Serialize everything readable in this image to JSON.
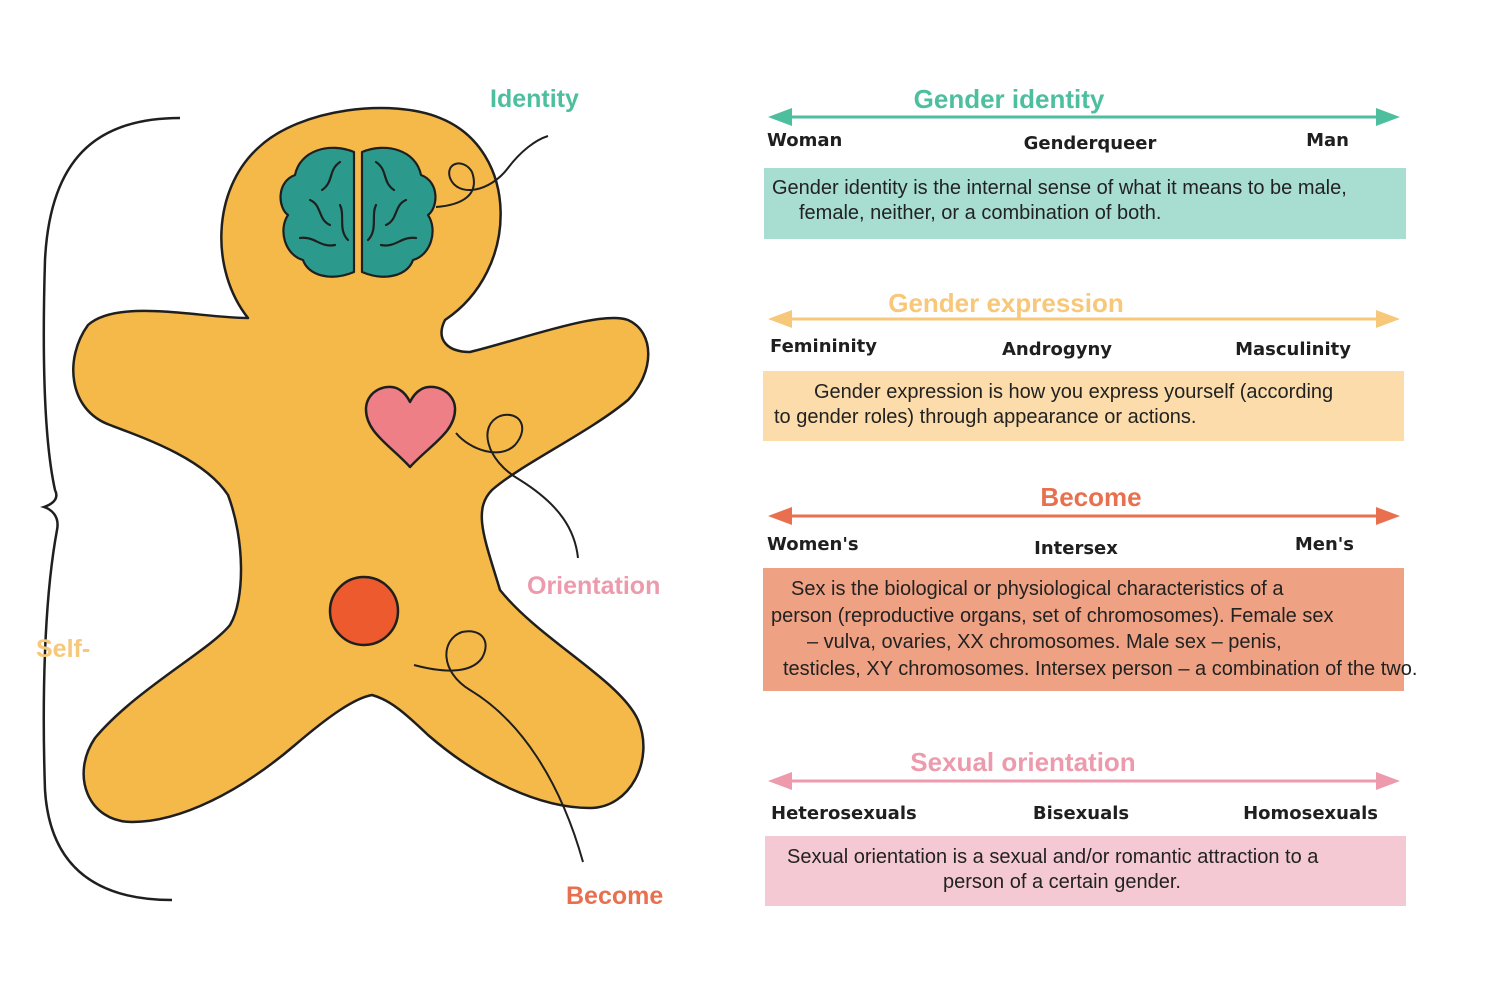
{
  "colors": {
    "body": "#f5b94a",
    "identity": "#4dbf9f",
    "expression": "#f7c77a",
    "sex": "#e8704f",
    "orientation": "#ec9aac",
    "brain": "#2b9a8c",
    "heart": "#ee7f86",
    "dot": "#ec5a2d",
    "line": "#1f1f1f"
  },
  "figure": {
    "identity_label": "Identity",
    "orientation_label": "Orientation",
    "become_label": "Become",
    "self_label": "Self-",
    "icons": [
      "brain-icon",
      "heart-icon",
      "circle-icon"
    ]
  },
  "spectra": [
    {
      "id": "gender-identity",
      "title": "Gender identity",
      "left": "Woman",
      "middle": "Genderqueer",
      "right": "Man",
      "description": [
        "Gender identity is the internal sense of what it means to be male,",
        "female, neither, or a combination of both."
      ]
    },
    {
      "id": "gender-expression",
      "title": "Gender expression",
      "left": "Femininity",
      "middle": "Androgyny",
      "right": "Masculinity",
      "description": [
        "Gender expression is how you express yourself (according",
        "to gender roles) through appearance or actions."
      ]
    },
    {
      "id": "sex",
      "title": "Become",
      "left": "Women's",
      "middle": "Intersex",
      "right": "Men's",
      "description": [
        "Sex is the biological or physiological characteristics of a",
        "person (reproductive organs, set of chromosomes). Female sex",
        "– vulva, ovaries, XX chromosomes. Male sex – penis,",
        "testicles, XY chromosomes. Intersex person – a combination of the two."
      ]
    },
    {
      "id": "sexual-orientation",
      "title": "Sexual orientation",
      "left": "Heterosexuals",
      "middle": "Bisexuals",
      "right": "Homosexuals",
      "description": [
        "Sexual orientation is a sexual and/or romantic attraction to a",
        "person of a certain gender."
      ]
    }
  ]
}
